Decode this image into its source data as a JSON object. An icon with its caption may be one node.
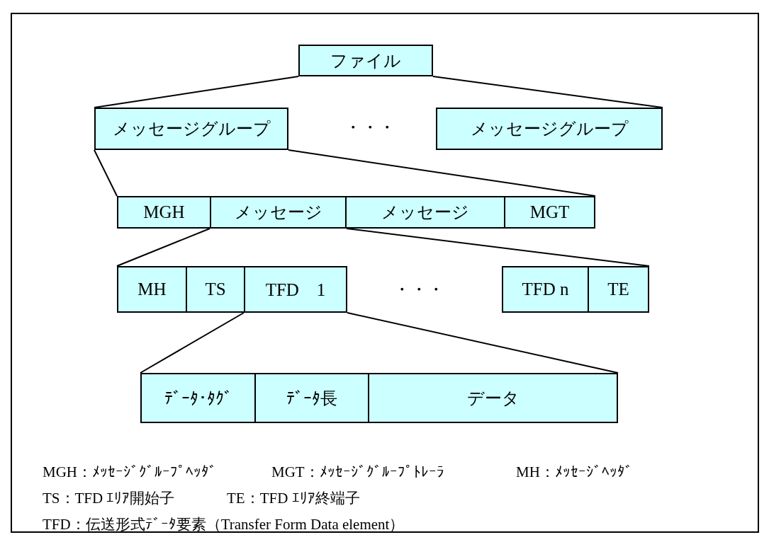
{
  "diagram": {
    "nodes": [
      {
        "text": [
          "ファイル"
        ]
      },
      {
        "text": [
          "メッセージグループ"
        ]
      },
      {
        "text": [
          "メッセージグループ"
        ]
      },
      {
        "text": [
          "MGH"
        ]
      },
      {
        "text": [
          "メッセージ"
        ]
      },
      {
        "text": [
          "メッセージ"
        ]
      },
      {
        "text": [
          "MGT"
        ]
      },
      {
        "text": [
          "MH"
        ]
      },
      {
        "text": [
          "TS"
        ]
      },
      {
        "text": [
          "TFD　1"
        ]
      },
      {
        "text": [
          "TFD n"
        ]
      },
      {
        "text": [
          "TE"
        ]
      },
      {
        "text": [
          "ﾃﾞｰﾀ･ﾀｸﾞ"
        ]
      },
      {
        "text": [
          "ﾃﾞｰﾀ長"
        ]
      },
      {
        "text": [
          "データ"
        ]
      }
    ],
    "edges": [
      {
        "from": 0,
        "to": 1,
        "arrow": "none"
      },
      {
        "from": 0,
        "to": 2,
        "arrow": "none"
      },
      {
        "from": 1,
        "to": 3,
        "arrow": "none"
      },
      {
        "from": 1,
        "to": 6,
        "arrow": "none"
      },
      {
        "from": 4,
        "to": 7,
        "arrow": "none"
      },
      {
        "from": 4,
        "to": 11,
        "arrow": "none"
      },
      {
        "from": 9,
        "to": 12,
        "arrow": "none"
      },
      {
        "from": 9,
        "to": 14,
        "arrow": "none"
      }
    ],
    "labels": [
      "・・・",
      "・・・",
      "MGH：ﾒｯｾｰｼﾞｸﾞﾙｰﾌﾟﾍｯﾀﾞ",
      "MGT：ﾒｯｾｰｼﾞｸﾞﾙｰﾌﾟﾄﾚｰﾗ",
      "MH：ﾒｯｾｰｼﾞﾍｯﾀﾞ",
      "TS：TFD ｴﾘｱ開始子",
      "TE：TFD ｴﾘｱ終端子",
      "TFD：伝送形式ﾃﾞｰﾀ要素（Transfer Form Data element）"
    ]
  }
}
